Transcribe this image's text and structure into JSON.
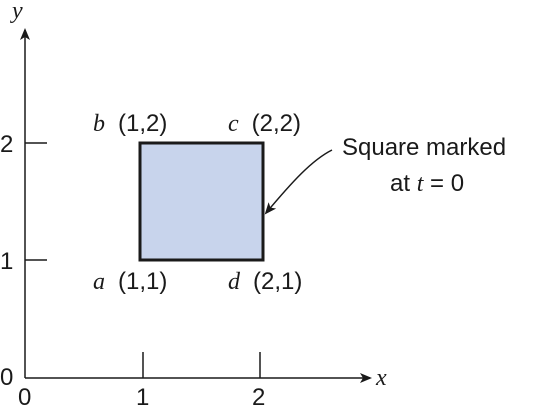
{
  "axes": {
    "x_label": "x",
    "y_label": "y",
    "x_ticks": [
      "0",
      "1",
      "2"
    ],
    "y_ticks": [
      "0",
      "1",
      "2"
    ]
  },
  "points": {
    "a": {
      "letter": "a",
      "coords": "(1,1)"
    },
    "b": {
      "letter": "b",
      "coords": "(1,2)"
    },
    "c": {
      "letter": "c",
      "coords": "(2,2)"
    },
    "d": {
      "letter": "d",
      "coords": "(2,1)"
    }
  },
  "annotation": {
    "line1": "Square marked",
    "line2_prefix": "at ",
    "line2_var": "t",
    "line2_suffix": " = 0"
  },
  "colors": {
    "square_fill": "#c8d4ec",
    "square_stroke": "#1a1a1a"
  }
}
